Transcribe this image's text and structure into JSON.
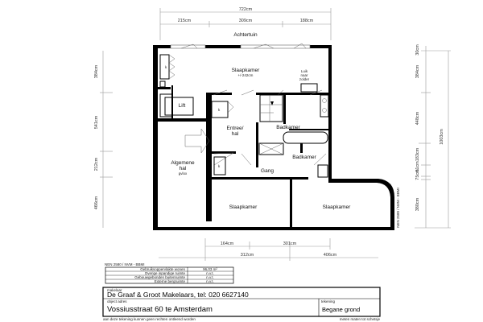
{
  "dimensions": {
    "top_total": "722cm",
    "top_parts": [
      "215cm",
      "309cm",
      "188cm"
    ],
    "left": [
      "384cm",
      "541cm",
      "212cm",
      "466cm"
    ],
    "right": [
      "30cm",
      "384cm",
      "448cm",
      "183cm",
      "75cm",
      "61cm",
      "380cm"
    ],
    "right_total": "1003cm",
    "bottom_inner": [
      "164cm",
      "301cm"
    ],
    "bottom_outer": [
      "312cm",
      "406cm"
    ]
  },
  "rooms": {
    "garden": "Achtertuin",
    "bedroom_top": "Slaapkamer",
    "bedroom_top_height": "+/-242cm",
    "attic_hatch": [
      "Luik",
      "naar",
      "zolder"
    ],
    "lift": "Lift",
    "entrance": [
      "Entree/",
      "hal"
    ],
    "bathroom1": "Badkamer",
    "bathroom2": "Badkamer",
    "corridor": "Gang",
    "common_hall": [
      "Algemene",
      "hal",
      "gvlox"
    ],
    "bedroom_left": "Slaapkamer",
    "bedroom_right": "Slaapkamer",
    "k": "k"
  },
  "legend": {
    "standard": "NEN 2580 / NVM - BBMI",
    "rows": [
      {
        "label": "Gebruiksoppervlakte wonen",
        "value": "96,03 m²"
      },
      {
        "label": "Overige inpandige ruimte",
        "value": "n.v.t."
      },
      {
        "label": "Gebouwgebonden buitenruimte",
        "value": "n.v.t."
      },
      {
        "label": "Externe bergruimte",
        "value": "n.v.t."
      }
    ]
  },
  "title_block": {
    "agent_caption": "makelaar",
    "agent": "De Graaf & Groot Makelaars, tel: 020 6627140",
    "address_caption": "object adres",
    "address": "Vossiusstraat 60 te Amsterdam",
    "drawing_caption": "tekening",
    "drawing": "Begane grond",
    "disclaimer": "aan deze tekening kunnen geen rechten ontleend worden",
    "scale_note": "meten maten tot schetsje"
  },
  "side_note": "NEN 2580 / NVM - BBMI"
}
